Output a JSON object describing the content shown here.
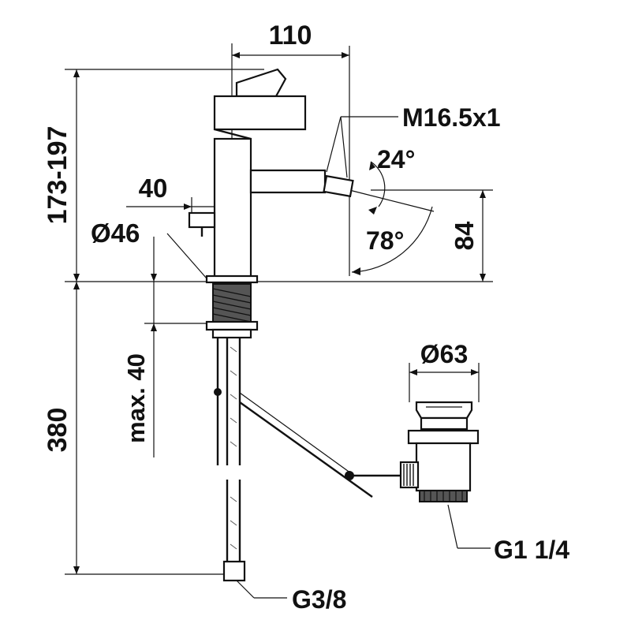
{
  "drawing": {
    "colors": {
      "line": "#111111",
      "background": "#ffffff",
      "thread_fill": "#555555"
    },
    "dimensions": {
      "spout_reach": "110",
      "aerator_thread": "M16.5x1",
      "swivel_angle": "24°",
      "tilt_angle": "78°",
      "spout_height": "84",
      "total_height": "173-197",
      "lever_offset": "40",
      "base_diameter": "46",
      "deck_thickness": "max. 40",
      "hose_length": "380",
      "waste_diameter": "63",
      "waste_thread": "G1 1/4",
      "supply_thread": "G3/8"
    }
  }
}
